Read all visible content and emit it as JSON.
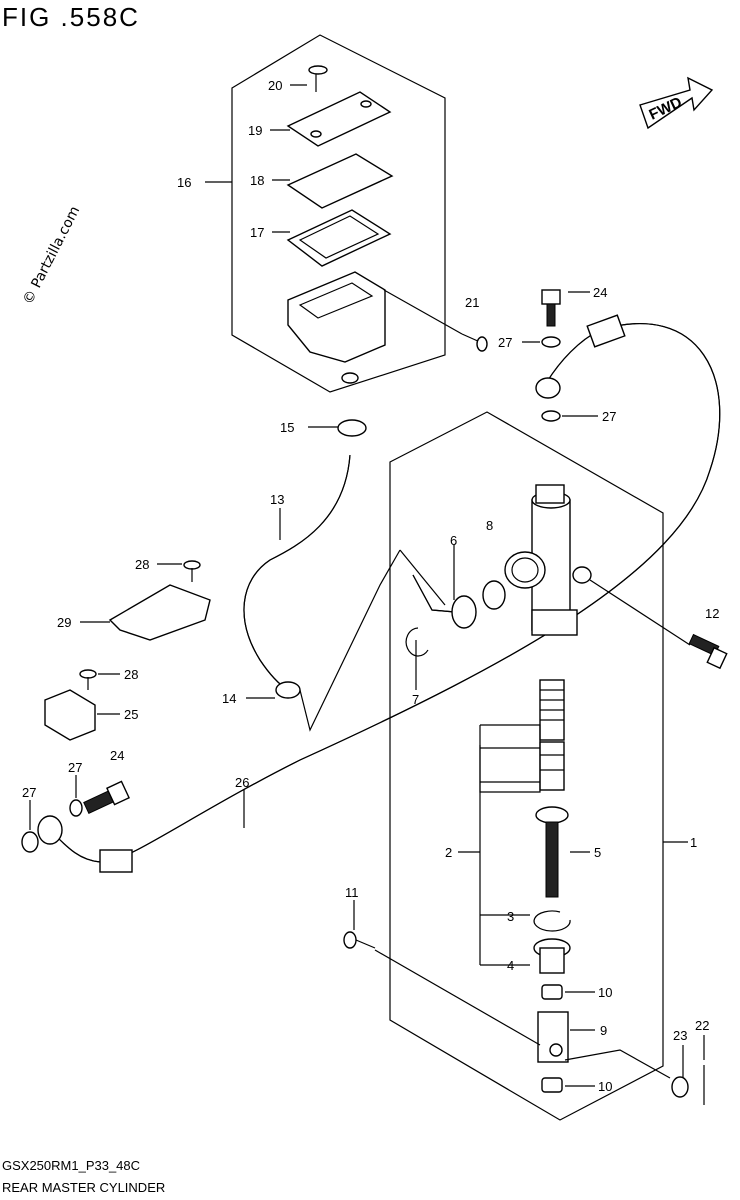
{
  "figure": {
    "title": "FIG .558C",
    "watermark": "© Partzilla.com",
    "fwd_label": "FWD",
    "footer_code": "GSX250RM1_P33_48C",
    "footer_name": "REAR MASTER CYLINDER"
  },
  "callouts": [
    {
      "id": "c1",
      "label": "1"
    },
    {
      "id": "c2",
      "label": "2"
    },
    {
      "id": "c3",
      "label": "3"
    },
    {
      "id": "c4",
      "label": "4"
    },
    {
      "id": "c5",
      "label": "5"
    },
    {
      "id": "c6",
      "label": "6"
    },
    {
      "id": "c7",
      "label": "7"
    },
    {
      "id": "c8",
      "label": "8"
    },
    {
      "id": "c9",
      "label": "9"
    },
    {
      "id": "c10a",
      "label": "10"
    },
    {
      "id": "c10b",
      "label": "10"
    },
    {
      "id": "c11",
      "label": "11"
    },
    {
      "id": "c12",
      "label": "12"
    },
    {
      "id": "c13",
      "label": "13"
    },
    {
      "id": "c14",
      "label": "14"
    },
    {
      "id": "c15",
      "label": "15"
    },
    {
      "id": "c16",
      "label": "16"
    },
    {
      "id": "c17",
      "label": "17"
    },
    {
      "id": "c18",
      "label": "18"
    },
    {
      "id": "c19",
      "label": "19"
    },
    {
      "id": "c20",
      "label": "20"
    },
    {
      "id": "c21",
      "label": "21"
    },
    {
      "id": "c22",
      "label": "22"
    },
    {
      "id": "c23",
      "label": "23"
    },
    {
      "id": "c24a",
      "label": "24"
    },
    {
      "id": "c24b",
      "label": "24"
    },
    {
      "id": "c25",
      "label": "25"
    },
    {
      "id": "c26",
      "label": "26"
    },
    {
      "id": "c27a",
      "label": "27"
    },
    {
      "id": "c27b",
      "label": "27"
    },
    {
      "id": "c27c",
      "label": "27"
    },
    {
      "id": "c27d",
      "label": "27"
    },
    {
      "id": "c28a",
      "label": "28"
    },
    {
      "id": "c28b",
      "label": "28"
    },
    {
      "id": "c29",
      "label": "29"
    }
  ]
}
